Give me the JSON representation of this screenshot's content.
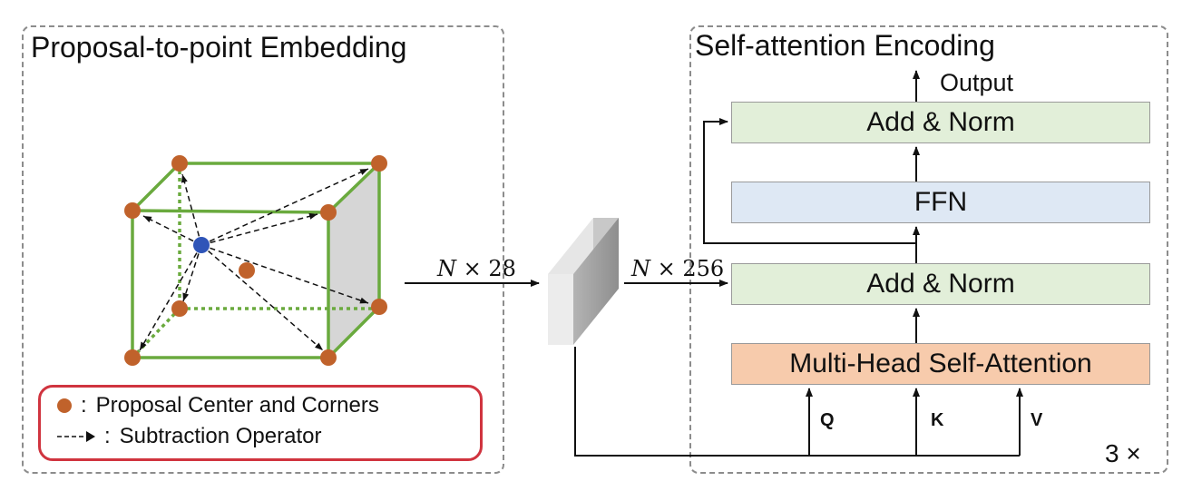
{
  "left_panel": {
    "title": "Proposal-to-point Embedding",
    "legend": {
      "items": [
        {
          "icon": "orange-dot-icon",
          "separator": ":",
          "label": "Proposal Center and Corners"
        },
        {
          "icon": "dashed-arrow-icon",
          "separator": ":",
          "label": "Subtraction Operator"
        }
      ]
    }
  },
  "connectors": {
    "dim_in": {
      "symbol": "N",
      "rest": " × 28"
    },
    "dim_mid": {
      "symbol": "N",
      "rest": " × 256"
    }
  },
  "right_panel": {
    "title": "Self-attention Encoding",
    "output_label": "Output",
    "blocks": {
      "add_norm_top": "Add & Norm",
      "ffn": "FFN",
      "add_norm_bottom": "Add & Norm",
      "mhsa": "Multi-Head Self-Attention"
    },
    "inputs": {
      "q": "Q",
      "k": "K",
      "v": "V"
    },
    "repeat": "3 ×"
  },
  "colors": {
    "cube_edge": "#6aaa3e",
    "corner_dot": "#c0622b",
    "center_dot": "#2f55b8",
    "add_norm": "#e2efd9",
    "ffn": "#dee8f4",
    "mhsa": "#f7cbac",
    "legend_border": "#d0343f"
  }
}
